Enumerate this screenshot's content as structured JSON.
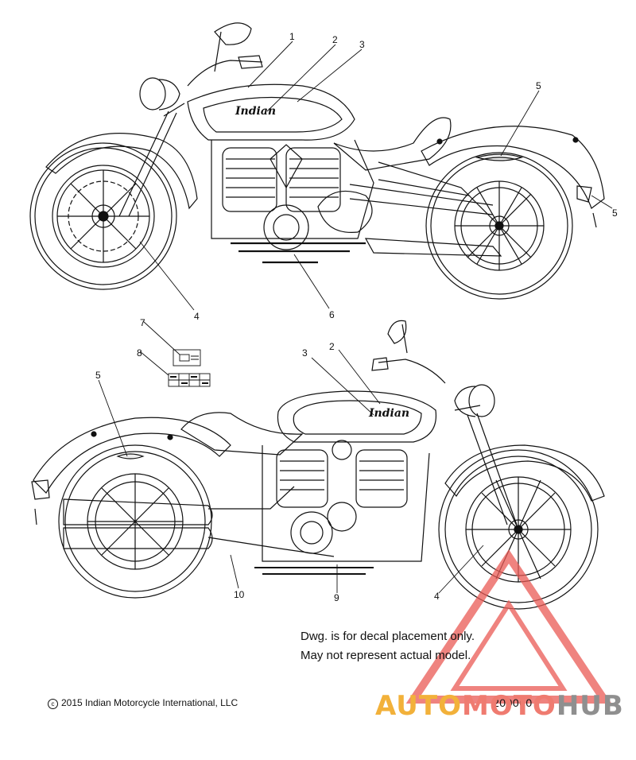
{
  "brand_script": "Indian",
  "callouts": {
    "top": [
      "1",
      "2",
      "3",
      "5",
      "5",
      "4",
      "6"
    ],
    "middle": [
      "7",
      "8"
    ],
    "bottom": [
      "3",
      "2",
      "5",
      "10",
      "9",
      "4"
    ]
  },
  "note": {
    "line1": "Dwg. is for decal placement only.",
    "line2": "May not represent actual model."
  },
  "copyright": "2015 Indian Motorcycle International, LLC",
  "drawing_number": "200060",
  "watermark": {
    "part1": "AUTO",
    "part2": "MOTO",
    "part3": "HUB"
  },
  "colors": {
    "line": "#111111",
    "watermark_red": "#ea5a55",
    "watermark_orange": "#f2b13a",
    "watermark_gray": "#8f8f8f"
  }
}
